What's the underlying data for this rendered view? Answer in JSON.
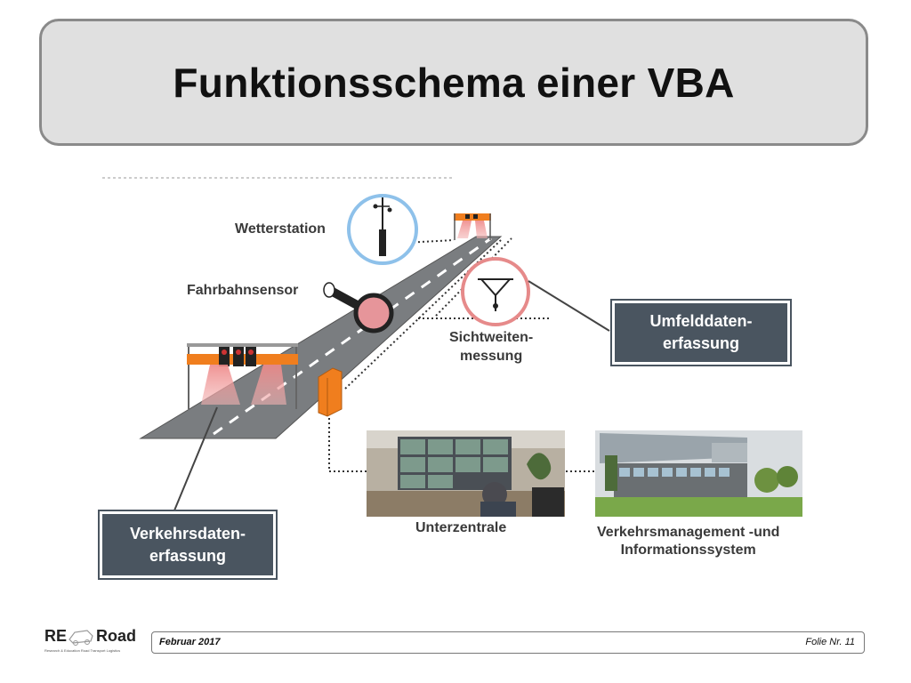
{
  "title": "Funktionsschema einer VBA",
  "labels": {
    "wetterstation": "Wetterstation",
    "fahrbahnsensor": "Fahrbahnsensor",
    "sichtweiten_line1": "Sichtweiten-",
    "sichtweiten_line2": "messung",
    "unterzentrale": "Unterzentrale",
    "vms_line1": "Verkehrsmanagement -und",
    "vms_line2": "Informationssystem"
  },
  "boxes": {
    "umfeld_line1": "Umfelddaten-",
    "umfeld_line2": "erfassung",
    "verkehr_line1": "Verkehrsdaten-",
    "verkehr_line2": "erfassung"
  },
  "footer": {
    "date": "Februar 2017",
    "page": "Folie Nr. 11"
  },
  "logo": {
    "re": "RE",
    "road": "Road",
    "tagline": "Research & Education Road Transport Logistics"
  },
  "colors": {
    "box_fill": "#4a5560",
    "title_bg": "#e0e0e0",
    "gantry_orange": "#f07e1e",
    "blue_circle": "#8ec1ea",
    "red_circle": "#e68a8a"
  }
}
